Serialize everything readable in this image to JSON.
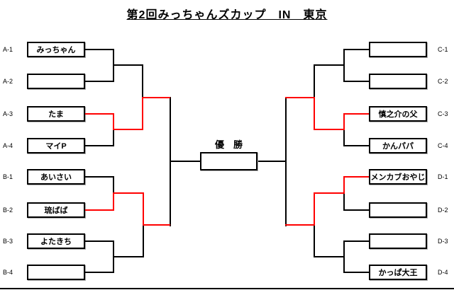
{
  "title": "第2回みっちゃんズカップ　IN　東京",
  "champion": {
    "label": "優　勝",
    "name": ""
  },
  "colors": {
    "line": "#000000",
    "winner": "#ff0000",
    "background": "#ffffff"
  },
  "bracket": {
    "left": [
      {
        "id": "A-1",
        "name": "みっちゃん"
      },
      {
        "id": "A-2",
        "name": ""
      },
      {
        "id": "A-3",
        "name": "たま"
      },
      {
        "id": "A-4",
        "name": "マイP"
      },
      {
        "id": "B-1",
        "name": "あいさい"
      },
      {
        "id": "B-2",
        "name": "琉ばば"
      },
      {
        "id": "B-3",
        "name": "よたきち"
      },
      {
        "id": "B-4",
        "name": ""
      }
    ],
    "right": [
      {
        "id": "C-1",
        "name": ""
      },
      {
        "id": "C-2",
        "name": ""
      },
      {
        "id": "C-3",
        "name": "慎之介の父"
      },
      {
        "id": "C-4",
        "name": "かんパパ"
      },
      {
        "id": "D-1",
        "name": "メンカブおやじ"
      },
      {
        "id": "D-2",
        "name": ""
      },
      {
        "id": "D-3",
        "name": ""
      },
      {
        "id": "D-4",
        "name": "かっぱ大王"
      }
    ]
  }
}
